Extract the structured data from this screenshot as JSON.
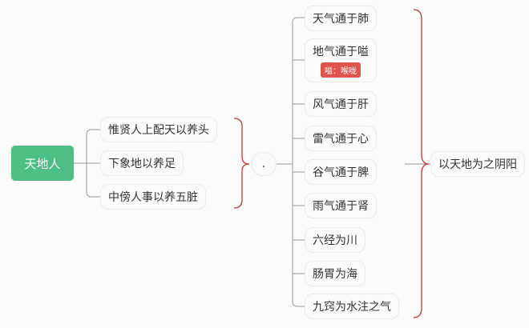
{
  "root": "天地人",
  "level1": [
    "惟贤人上配天以养头",
    "下象地以养足",
    "中傍人事以养五脏"
  ],
  "summary_dot": ".",
  "items": [
    {
      "label": "天气通于肺"
    },
    {
      "label": "地气通于嗌",
      "badge": "嗌：喉咙"
    },
    {
      "label": "风气通于肝"
    },
    {
      "label": "雷气通于心"
    },
    {
      "label": "谷气通于脾"
    },
    {
      "label": "雨气通于肾"
    },
    {
      "label": "六经为川"
    },
    {
      "label": "肠胃为海"
    },
    {
      "label": "九窍为水注之气"
    }
  ],
  "summary": "以天地为之阴阳",
  "colors": {
    "root": "#4dbf85",
    "brace": "#c0393b",
    "badge": "#e0534f"
  }
}
